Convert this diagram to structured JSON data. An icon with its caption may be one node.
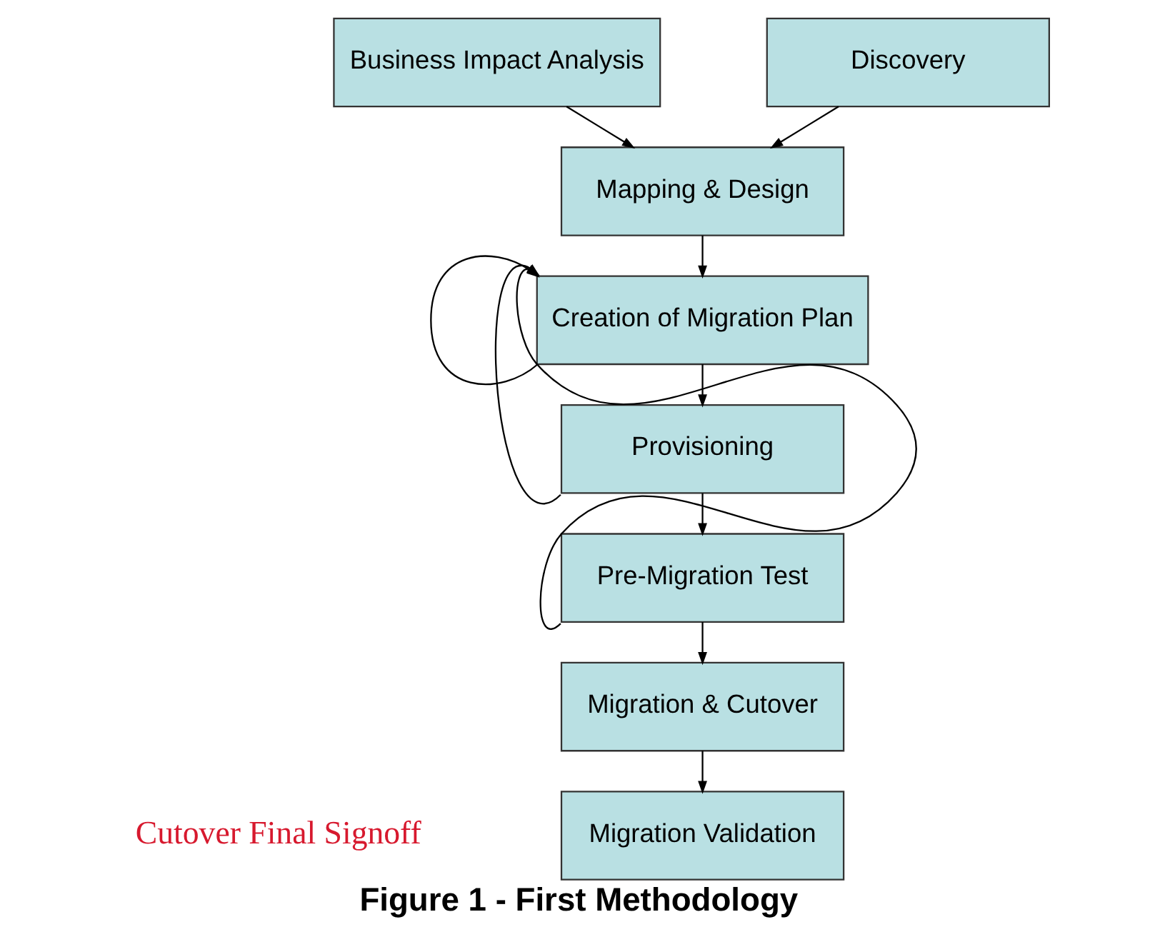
{
  "diagram": {
    "caption": "Figure 1 - First Methodology",
    "nodes": [
      {
        "text": [
          "Business Impact Analysis"
        ]
      },
      {
        "text": [
          "Discovery"
        ]
      },
      {
        "text": [
          "Mapping & Design"
        ]
      },
      {
        "text": [
          "Creation of Migration Plan"
        ]
      },
      {
        "text": [
          "Provisioning"
        ]
      },
      {
        "text": [
          "Pre-Migration Test"
        ]
      },
      {
        "text": [
          "Migration & Cutover"
        ]
      },
      {
        "text": [
          "Migration Validation"
        ]
      }
    ],
    "edges": [
      {
        "from": 0,
        "to": 2,
        "arrow": "to"
      },
      {
        "from": 1,
        "to": 2,
        "arrow": "to"
      },
      {
        "from": 2,
        "to": 3,
        "arrow": "to"
      },
      {
        "from": 3,
        "to": 4,
        "arrow": "to"
      },
      {
        "from": 4,
        "to": 5,
        "arrow": "to"
      },
      {
        "from": 5,
        "to": 6,
        "arrow": "to"
      },
      {
        "from": 6,
        "to": 7,
        "arrow": "to"
      },
      {
        "from": 3,
        "to": 3,
        "arrow": "to"
      },
      {
        "from": 4,
        "to": 3,
        "arrow": "to"
      },
      {
        "from": 5,
        "to": 3,
        "arrow": "to"
      }
    ],
    "labels": [
      "Cutover Final Signoff"
    ]
  }
}
